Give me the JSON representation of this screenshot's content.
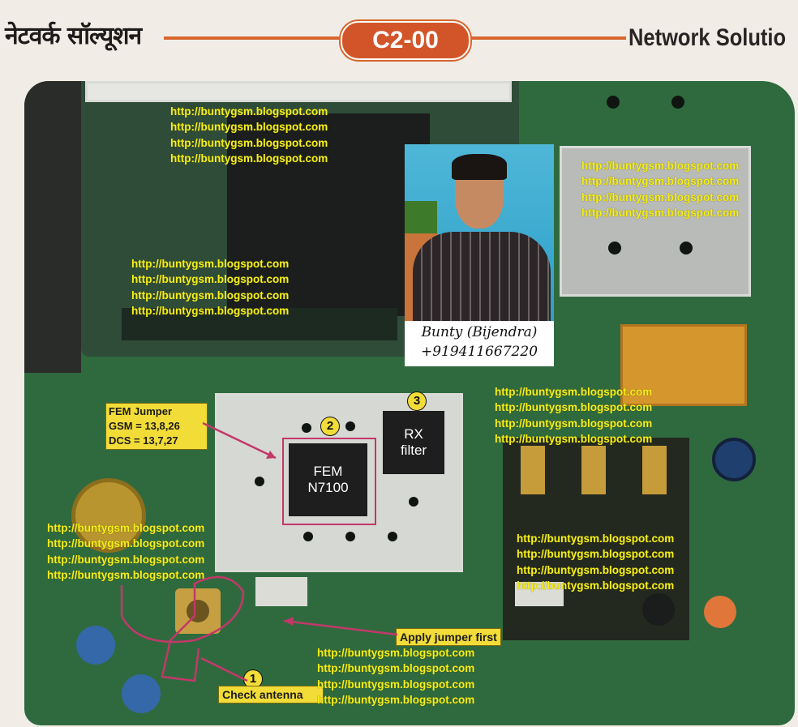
{
  "header": {
    "hindi_title": "नेटवर्क सॉल्यूशन",
    "model": "C2-00",
    "english_title": "Network Solutio"
  },
  "photo": {
    "name": "Bunty (Bijendra)",
    "phone": "+919411667220"
  },
  "labels": {
    "fem_jumper": {
      "title": "FEM Jumper",
      "gsm": "GSM = 13,8,26",
      "dcs": "DCS = 13,7,27"
    },
    "fem_chip": {
      "line1": "FEM",
      "line2": "N7100"
    },
    "rx_filter": {
      "line1": "RX",
      "line2": "filter"
    },
    "apply_jumper": "Apply jumper first",
    "check_antenna": "Check antenna",
    "step1": "1",
    "step2": "2",
    "step3": "3"
  },
  "watermark_blocks": [
    [
      "http://buntygsm.blogspot.com",
      "http://buntygsm.blogspot.com",
      "http://buntygsm.blogspot.com",
      "http://buntygsm.blogspot.com"
    ],
    [
      "http://buntygsm.blogspot.com",
      "http://buntygsm.blogspot.com",
      "http://buntygsm.blogspot.com",
      "http://buntygsm.blogspot.com"
    ],
    [
      "http://buntygsm.blogspot.com",
      "http://buntygsm.blogspot.com",
      "http://buntygsm.blogspot.com",
      "http://buntygsm.blogspot.com"
    ],
    [
      "http://buntygsm.blogspot.com",
      "http://buntygsm.blogspot.com",
      "http://buntygsm.blogspot.com",
      "http://buntygsm.blogspot.com"
    ],
    [
      "http://buntygsm.blogspot.com",
      "http://buntygsm.blogspot.com",
      "http://buntygsm.blogspot.com",
      "http://buntygsm.blogspot.com"
    ],
    [
      "http://buntygsm.blogspot.com",
      "http://buntygsm.blogspot.com",
      "http://buntygsm.blogspot.com",
      "http://buntygsm.blogspot.com"
    ],
    [
      "http://buntygsm.blogspot.com",
      "http://buntygsm.blogspot.com",
      "http://buntygsm.blogspot.com",
      "http://buntygsm.blogspot.com"
    ]
  ],
  "colors": {
    "accent": "#d8672f",
    "board": "#2f6a3e",
    "label": "#f2dc38",
    "watermark": "#f6ef18",
    "jumper": "#c2386a"
  }
}
